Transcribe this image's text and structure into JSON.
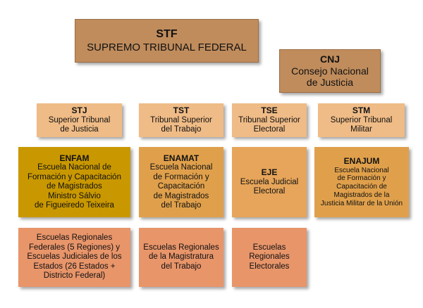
{
  "nodes": {
    "stf": {
      "code": "STF",
      "name": "SUPREMO TRIBUNAL FEDERAL"
    },
    "cnj": {
      "code": "CNJ",
      "name": "Consejo Nacional\nde Justicia"
    },
    "stj": {
      "code": "STJ",
      "name": "Superior Tribunal\nde Justicia"
    },
    "tst": {
      "code": "TST",
      "name": "Tribunal Superior\ndel Trabajo"
    },
    "tse": {
      "code": "TSE",
      "name": "Tribunal Superior\nElectoral"
    },
    "stm": {
      "code": "STM",
      "name": "Superior Tribunal\nMilitar"
    },
    "enfam": {
      "code": "ENFAM",
      "name": "Escuela Nacional de\nFormación y Capacitación\nde Magistrados\nMinistro Sálvio\nde Figueiredo Teixeira"
    },
    "enamat": {
      "code": "ENAMAT",
      "name": "Escuela Nacional\nde Formación y\nCapacitación\nde Magistrados\ndel Trabajo"
    },
    "eje": {
      "code": "EJE",
      "name": "Escuela Judicial\nElectoral"
    },
    "enajum": {
      "code": "ENAJUM",
      "name": "Escuela Nacional\nde Formación y\nCapacitación de\nMagistrados de la\nJusticia Militar de la Unión"
    },
    "regional_federal": {
      "name": "Escuelas Regionales\nFederales (5 Regiones) y\nEscuelas Judiciales de los\nEstados (26 Estados +\nDistricto Federal)"
    },
    "regional_trabajo": {
      "name": "Escuelas Regionales\nde la Magistratura\ndel Trabajo"
    },
    "regional_electoral": {
      "name": "Escuelas\nRegionales\nElectorales"
    }
  },
  "colors": {
    "stf": "#c08c5c",
    "row_tribunals": "#efbb86",
    "enfam": "#c99800",
    "schools": "#e0a04b",
    "regional": "#e8956a"
  }
}
